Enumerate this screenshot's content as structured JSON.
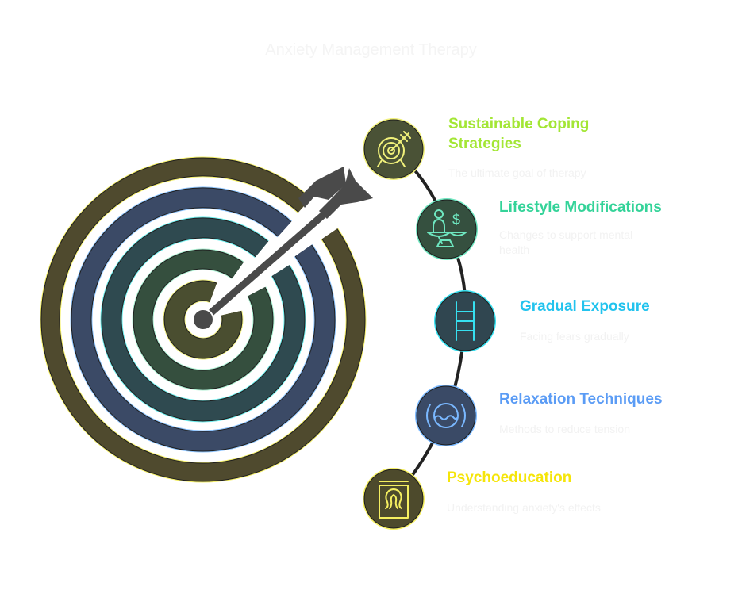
{
  "title": "Anxiety Management Therapy",
  "colors": {
    "connector": "#222222",
    "arrow": "#4a4a4a",
    "description_text": "#f2f2f2"
  },
  "target": {
    "icon": "bullseye-target-with-arrow",
    "rings": [
      {
        "fill": "#4f4a2e",
        "stroke": "#f5f06a"
      },
      {
        "fill": "#3b4a66",
        "stroke": "#8ec5ff"
      },
      {
        "fill": "#2f4a50",
        "stroke": "#6ef0f0"
      },
      {
        "fill": "#354f3e",
        "stroke": "#a8f0d0"
      },
      {
        "fill": "#4a4e30",
        "stroke": "#f0f080"
      }
    ]
  },
  "steps": [
    {
      "title": "Sustainable Coping Strategies",
      "title_lines": [
        "Sustainable Coping",
        "Strategies"
      ],
      "description": "The ultimate goal of therapy",
      "icon": "target-arrow-icon",
      "title_color": "#a3e635",
      "circle_fill": "#4a5236",
      "circle_stroke": "#f0f07a",
      "icon_color": "#f0f07a"
    },
    {
      "title": "Lifestyle Modifications",
      "title_lines": [
        "Lifestyle Modifications"
      ],
      "description": "Changes to support mental health",
      "icon": "balance-scale-icon",
      "title_color": "#34d399",
      "circle_fill": "#35503f",
      "circle_stroke": "#6ee7c0",
      "icon_color": "#6ee7c0"
    },
    {
      "title": "Gradual Exposure",
      "title_lines": [
        "Gradual Exposure"
      ],
      "description": "Facing fears gradually",
      "icon": "ladder-icon",
      "title_color": "#22c3ee",
      "circle_fill": "#304650",
      "circle_stroke": "#36e0f0",
      "icon_color": "#36e0f0"
    },
    {
      "title": "Relaxation Techniques",
      "title_lines": [
        "Relaxation Techniques"
      ],
      "description": "Methods to reduce tension",
      "icon": "calm-water-icon",
      "title_color": "#5b9cf5",
      "circle_fill": "#3a4a66",
      "circle_stroke": "#7ab8ff",
      "icon_color": "#7ab8ff"
    },
    {
      "title": "Psychoeducation",
      "title_lines": [
        "Psychoeducation"
      ],
      "description": "Understanding anxiety's effects",
      "icon": "psychology-book-icon",
      "title_color": "#f5e50a",
      "circle_fill": "#4d4a2c",
      "circle_stroke": "#f5ef60",
      "icon_color": "#f5ef60"
    }
  ]
}
